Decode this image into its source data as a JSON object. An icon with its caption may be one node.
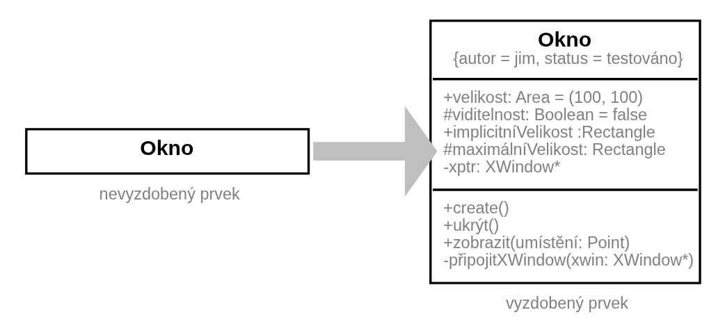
{
  "diagram": {
    "nodes": [
      {
        "text": [
          "Okno"
        ],
        "beside": [
          "nevyzdobený prvek"
        ]
      },
      {
        "text": [
          "Okno",
          "{autor = jim, status = testováno}",
          "+velikost: Area = (100, 100)",
          "#viditelnost: Boolean = false",
          "+implicitníVelikost :Rectangle",
          "#maximálníVelikost: Rectangle",
          "-xptr: XWindow*",
          "+create()",
          "+ukrýt()",
          "+zobrazit(umístění: Point)",
          "-připojitXWindow(xwin: XWindow*)"
        ],
        "beside": [
          "vyzdobený prvek"
        ]
      }
    ],
    "edges": [
      {
        "from": 0,
        "to": 1,
        "arrow": "to",
        "color": "#bfbfbf"
      }
    ]
  }
}
